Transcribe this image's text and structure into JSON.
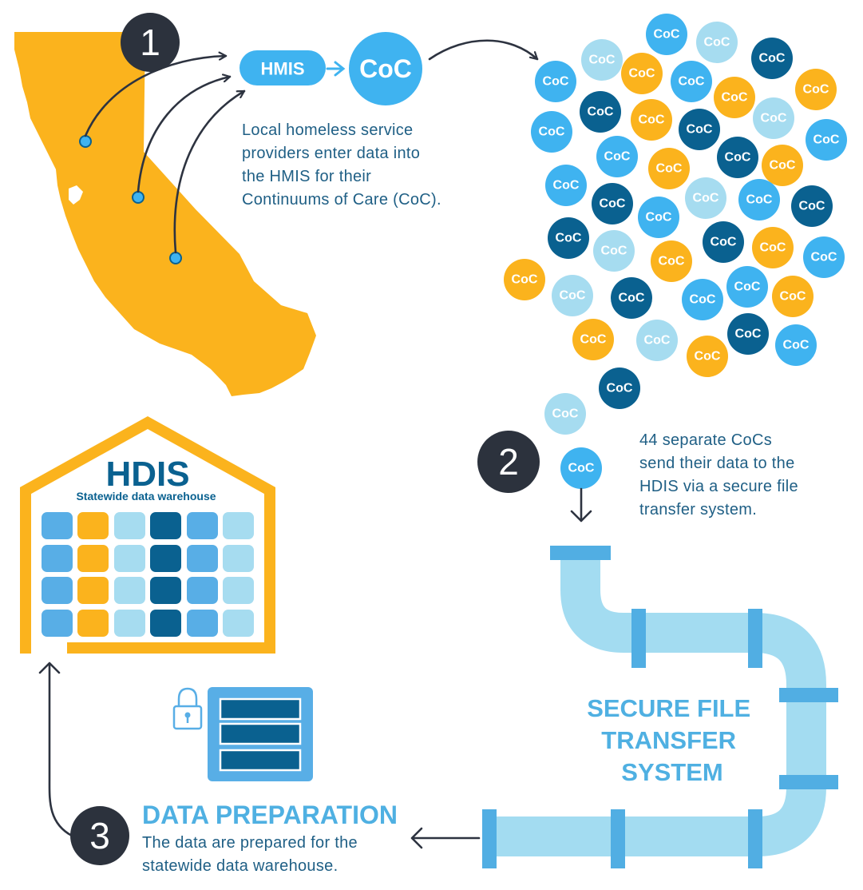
{
  "colors": {
    "gold": "#fbb31d",
    "blue": "#3fb3f0",
    "light_blue": "#a6dcf0",
    "dark_blue": "#0a6190",
    "mid_blue": "#58aee6",
    "navy_text": "#1f5f85",
    "pipe": "#a3dcf1",
    "pipe_band": "#51aee3",
    "step_circle": "#2c323d"
  },
  "step1": {
    "number": "1",
    "hmis_label": "HMIS",
    "coc_label": "CoC",
    "caption": [
      "Local homeless service",
      "providers enter data into",
      "the HMIS for their",
      "Continuums of Care (CoC)."
    ]
  },
  "coc_cloud": {
    "label": "CoC",
    "count": 44
  },
  "step2": {
    "number": "2",
    "caption": [
      "44 separate CoCs",
      "send their data to the",
      "HDIS via a secure file",
      "transfer system."
    ]
  },
  "pipe": {
    "label": [
      "SECURE FILE",
      "TRANSFER",
      "SYSTEM"
    ]
  },
  "step3": {
    "number": "3",
    "heading": "DATA PREPARATION",
    "caption": [
      "The data are prepared for the",
      "statewide data warehouse."
    ]
  },
  "warehouse": {
    "title": "HDIS",
    "subtitle": "Statewide data warehouse",
    "grid_rows": 4,
    "grid_column_colors": [
      "mid_blue",
      "gold",
      "light_blue",
      "dark_blue",
      "mid_blue",
      "light_blue"
    ]
  },
  "icons": {
    "map": "california-map-icon",
    "lock": "lock-icon",
    "server": "server-icon"
  }
}
